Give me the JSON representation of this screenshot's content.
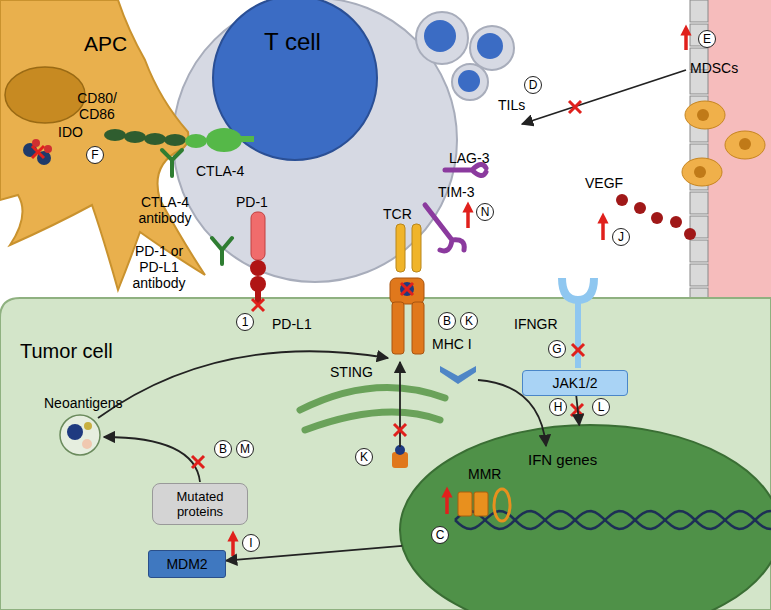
{
  "diagram": {
    "nodes": [
      {
        "text": [
          "APC"
        ]
      },
      {
        "text": [
          "T cell"
        ]
      },
      {
        "text": [
          "Tumor cell"
        ]
      },
      {
        "text": [
          "IFN genes"
        ],
        "in": 2
      },
      {
        "text": [
          "JAK1/2"
        ],
        "in": 2
      },
      {
        "text": [
          "MDM2"
        ],
        "in": 2
      },
      {
        "text": [
          "Mutated proteins"
        ],
        "in": 2
      }
    ],
    "edges": [
      {
        "from": 4,
        "to": 3,
        "arrow": "to"
      },
      {
        "from": 3,
        "to": 5,
        "arrow": "to"
      }
    ],
    "labels": [
      "CD80/ CD86",
      "IDO",
      "F",
      "CTLA-4",
      "CTLA-4 antibody",
      "PD-1",
      "PD-1 or PD-L1 antibody",
      "1",
      "PD-L1",
      "TCR",
      "B",
      "K",
      "MHC I",
      "LAG-3",
      "TIM-3",
      "N",
      "TILs",
      "D",
      "E",
      "MDSCs",
      "VEGF",
      "J",
      "IFNGR",
      "G",
      "H",
      "L",
      "STING",
      "Neoantigens",
      "B",
      "M",
      "K",
      "MMR",
      "C",
      "I"
    ]
  }
}
